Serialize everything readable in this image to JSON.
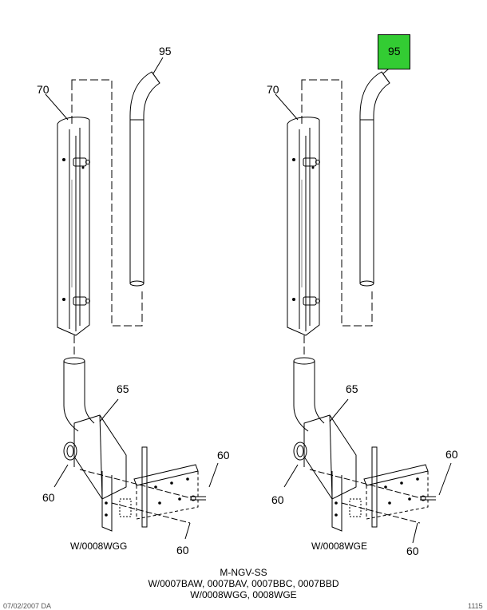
{
  "colors": {
    "highlight": "#33cc33",
    "line": "#000000"
  },
  "left_view": {
    "callouts": {
      "c95": "95",
      "c70": "70",
      "c65": "65",
      "c60a": "60",
      "c60b": "60",
      "c60c": "60"
    },
    "caption": "W/0008WGG"
  },
  "right_view": {
    "callouts": {
      "c95": "95",
      "c70": "70",
      "c65": "65",
      "c60a": "60",
      "c60b": "60",
      "c60c": "60"
    },
    "caption": "W/0008WGE",
    "highlighted_callout": "95"
  },
  "footer": {
    "line1": "M-NGV-SS",
    "line2": "W/0007BAW, 0007BAV, 0007BBC, 0007BBD",
    "line3": "W/0008WGG, 0008WGE"
  },
  "bottom_left_partial": "07/02/2007 DA",
  "bottom_right_partial": "1115"
}
